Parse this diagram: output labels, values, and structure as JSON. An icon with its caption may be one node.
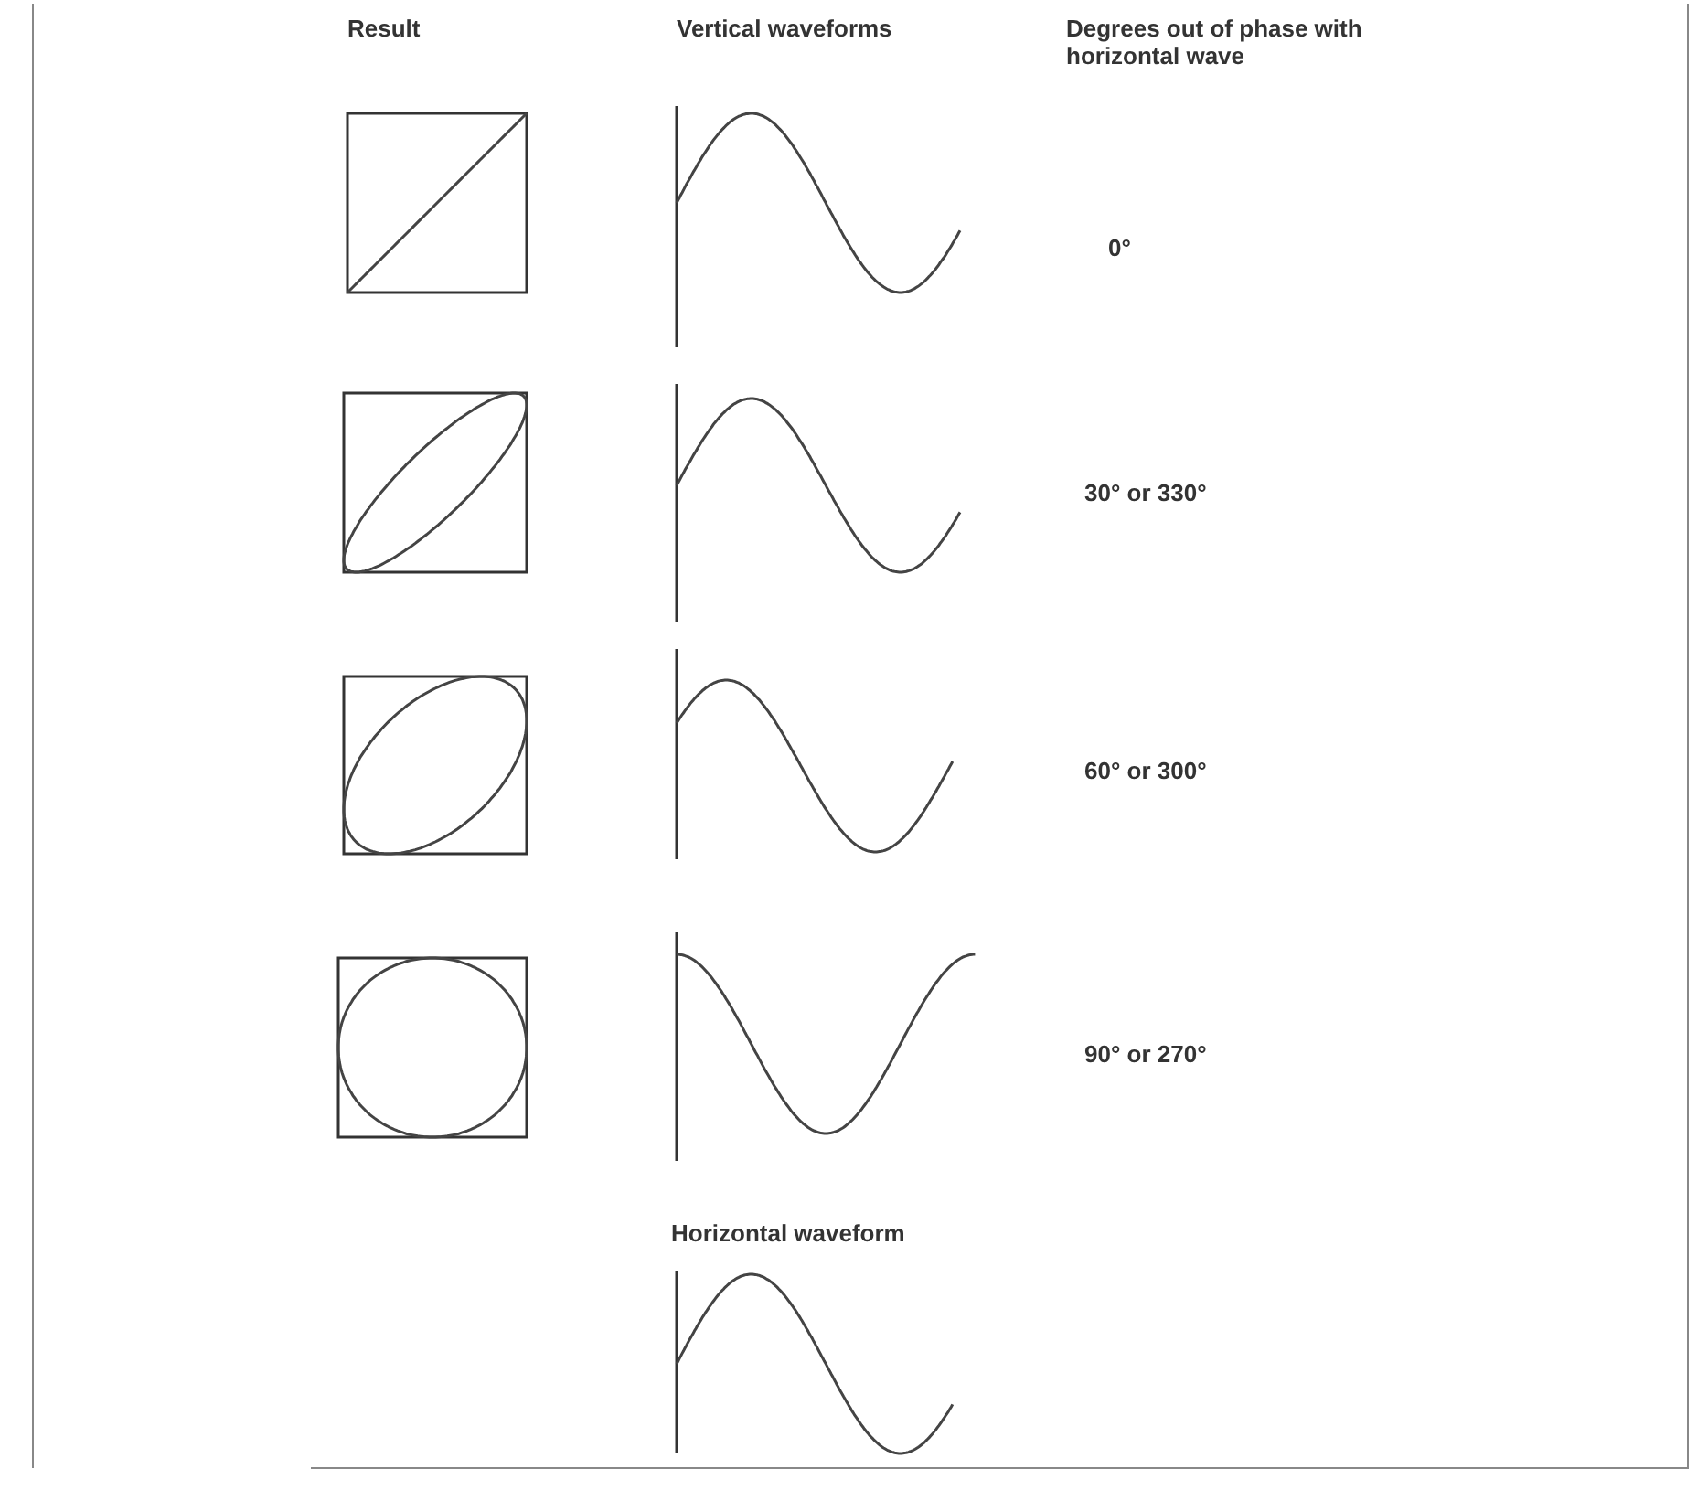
{
  "diagram": {
    "labels": [
      "Result",
      "Vertical waveforms",
      "Degrees out of phase with horizontal wave",
      "0°",
      "30° or 330°",
      "60° or 300°",
      "90° or 270°",
      "Horizontal waveform"
    ]
  }
}
